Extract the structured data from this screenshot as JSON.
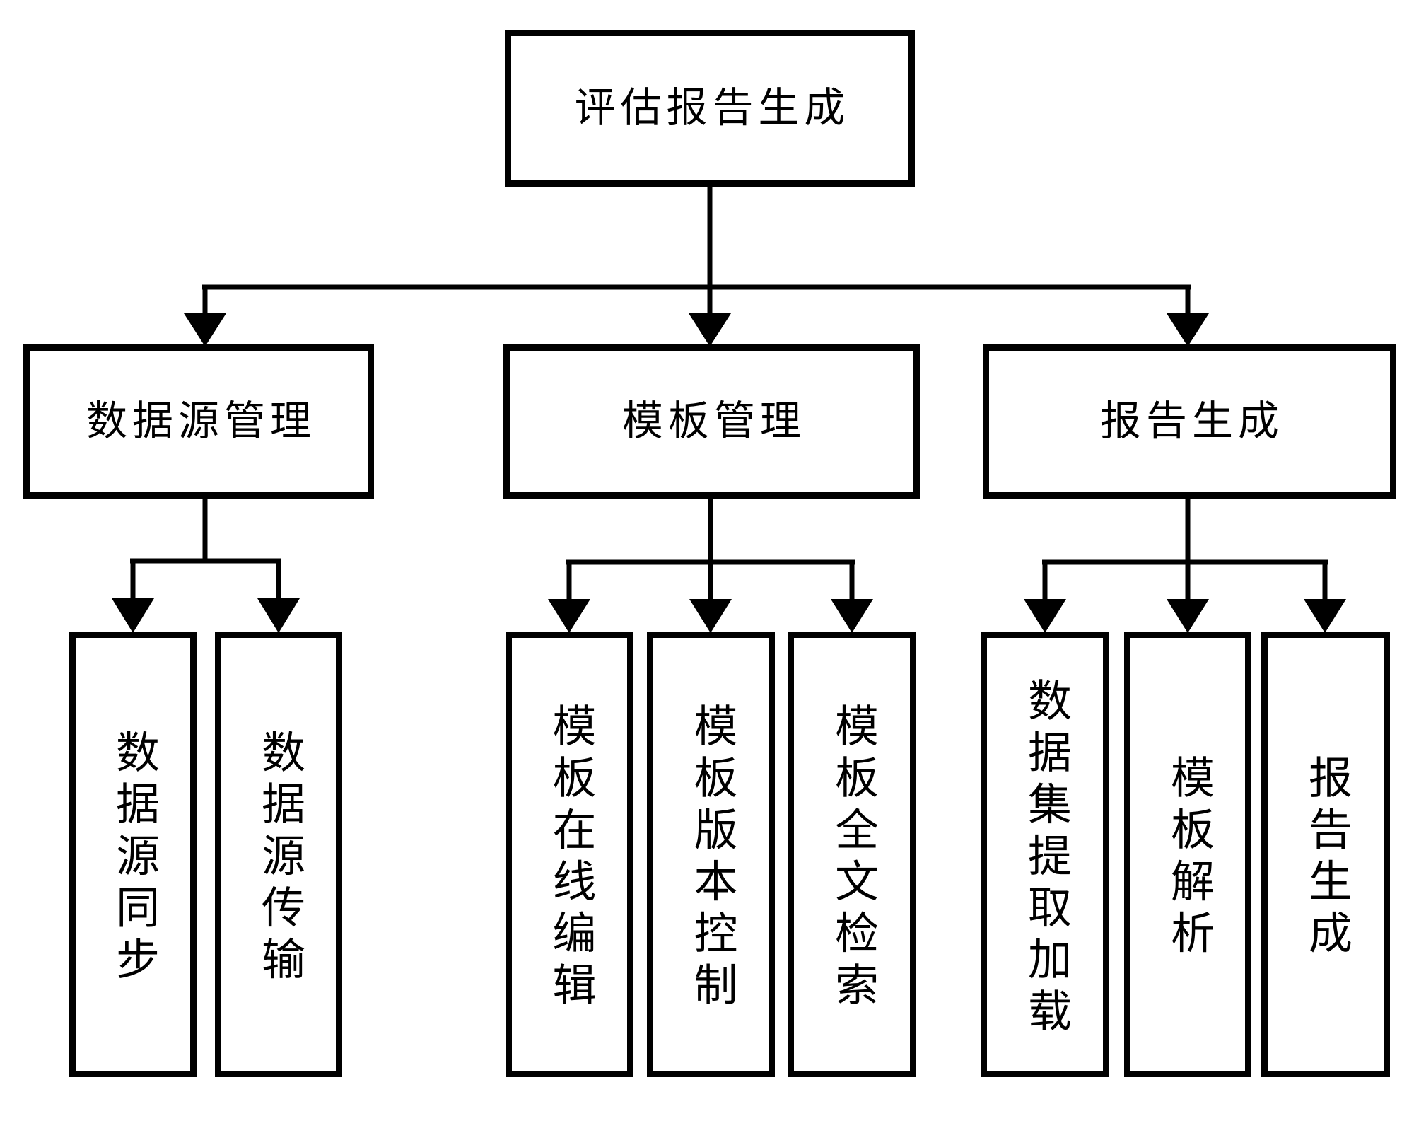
{
  "diagram": {
    "title": "评估报告生成",
    "colors": {
      "line": "#000000",
      "box_border": "#000000",
      "background": "#ffffff",
      "text": "#000000"
    },
    "root": {
      "label": "评估报告生成"
    },
    "branches": [
      {
        "label": "数据源管理",
        "children": [
          {
            "label": "数据源同步"
          },
          {
            "label": "数据源传输"
          }
        ]
      },
      {
        "label": "模板管理",
        "children": [
          {
            "label": "模板在线编辑"
          },
          {
            "label": "模板版本控制"
          },
          {
            "label": "模板全文检索"
          }
        ]
      },
      {
        "label": "报告生成",
        "children": [
          {
            "label": "数据集提取加载"
          },
          {
            "label": "模板解析"
          },
          {
            "label": "报告生成"
          }
        ]
      }
    ]
  }
}
